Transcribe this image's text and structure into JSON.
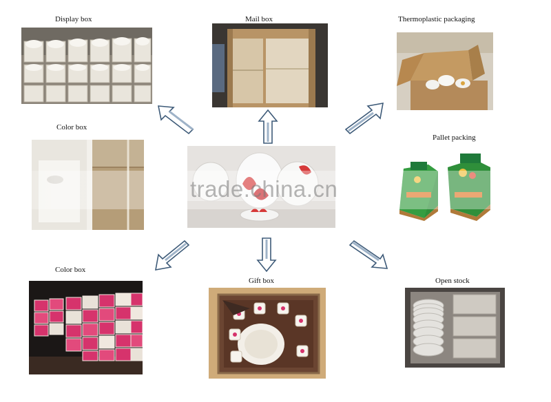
{
  "captions": {
    "display_box": "Display box",
    "mail_box": "Mail box",
    "thermoplastic": "Thermoplastic packaging",
    "color_box_top": "Color box",
    "pallet": "Pallet packing",
    "color_box_bottom": "Color box",
    "gift_box": "Gift box",
    "open_stock": "Open stock"
  },
  "watermark": "trade.china.cn",
  "colors": {
    "cardboard": "#b48a5a",
    "arrow_stroke": "#3d5a78",
    "pink_box": "#d6336c",
    "pallet_green": "#2f8f3a"
  }
}
